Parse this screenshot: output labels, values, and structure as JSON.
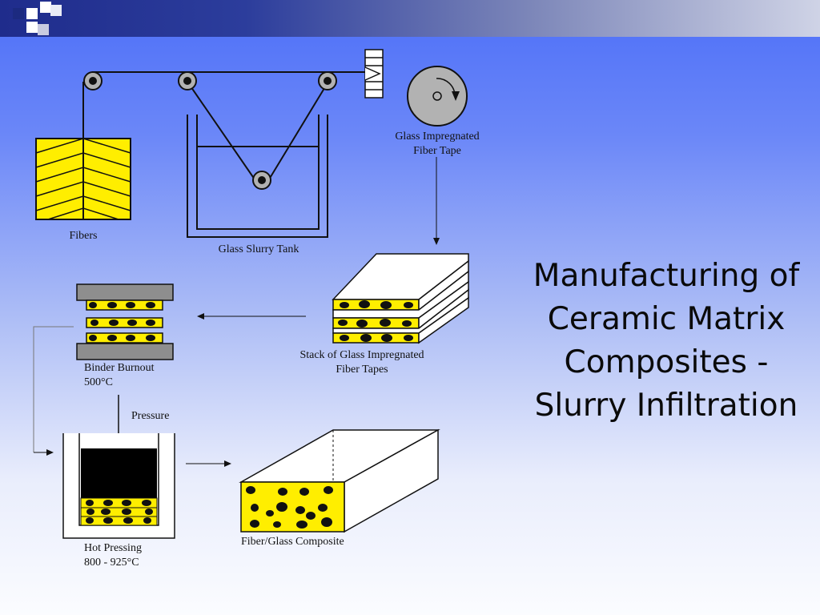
{
  "slide": {
    "title_lines": [
      "Manufacturing of",
      "Ceramic Matrix",
      "Composites -",
      "Slurry Infiltration"
    ]
  },
  "labels": {
    "fibers": "Fibers",
    "glass_slurry_tank": "Glass Slurry Tank",
    "tape_line1": "Glass Impregnated",
    "tape_line2": "Fiber Tape",
    "stack_line1": "Stack of Glass Impregnated",
    "stack_line2": "Fiber Tapes",
    "binder_line1": "Binder Burnout",
    "binder_line2": "500°C",
    "pressure": "Pressure",
    "hot_line1": "Hot Pressing",
    "hot_line2": "800 - 925°C",
    "composite": "Fiber/Glass Composite"
  },
  "colors": {
    "fiber_yellow": "#ffee00",
    "plate_gray": "#8e8e8e",
    "spool_gray": "#b2b2b2",
    "title_bar": "#1f2c8c"
  }
}
